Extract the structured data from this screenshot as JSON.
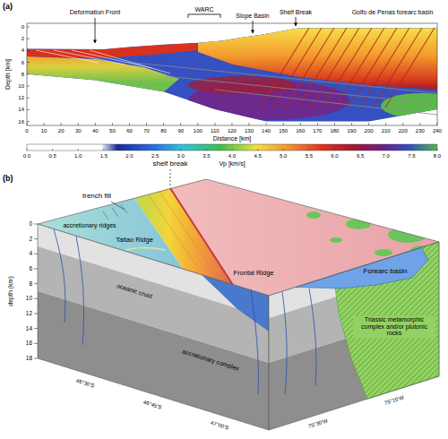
{
  "diagram": {
    "labels": [
      "(a)",
      "Deformation Front",
      "WARC",
      "Slope Basin",
      "Shelf Break",
      "Golfo de Penas forearc basin",
      "Depth [km]",
      "0",
      "2",
      "4",
      "6",
      "8",
      "10",
      "12",
      "14",
      "16",
      "0",
      "10",
      "20",
      "30",
      "40",
      "50",
      "60",
      "70",
      "80",
      "90",
      "100",
      "110",
      "120",
      "130",
      "140",
      "150",
      "160",
      "170",
      "180",
      "190",
      "200",
      "210",
      "220",
      "230",
      "240",
      "Distance [km]",
      "0.0",
      "0.5",
      "1.0",
      "1.5",
      "2.0",
      "2.5",
      "3.0",
      "3.5",
      "4.0",
      "4.5",
      "5.0",
      "5.5",
      "6.0",
      "6.5",
      "7.0",
      "7.5",
      "8.0",
      "Vp [km/s]",
      "(b)",
      "shelf break",
      "trench fill",
      "depth (km)",
      "0",
      "2",
      "4",
      "6",
      "8",
      "10",
      "12",
      "14",
      "16",
      "18",
      "Taitao Ridge",
      "accretionary ridges",
      "Frontal Ridge",
      "Forearc basin",
      "Triassic metamorphic complex and/or plutonic rocks",
      "oceanic crust",
      "accretionary complex",
      "46°30'S",
      "46°45'S",
      "47°00'S",
      "75°30'W",
      "75°15'W"
    ]
  }
}
